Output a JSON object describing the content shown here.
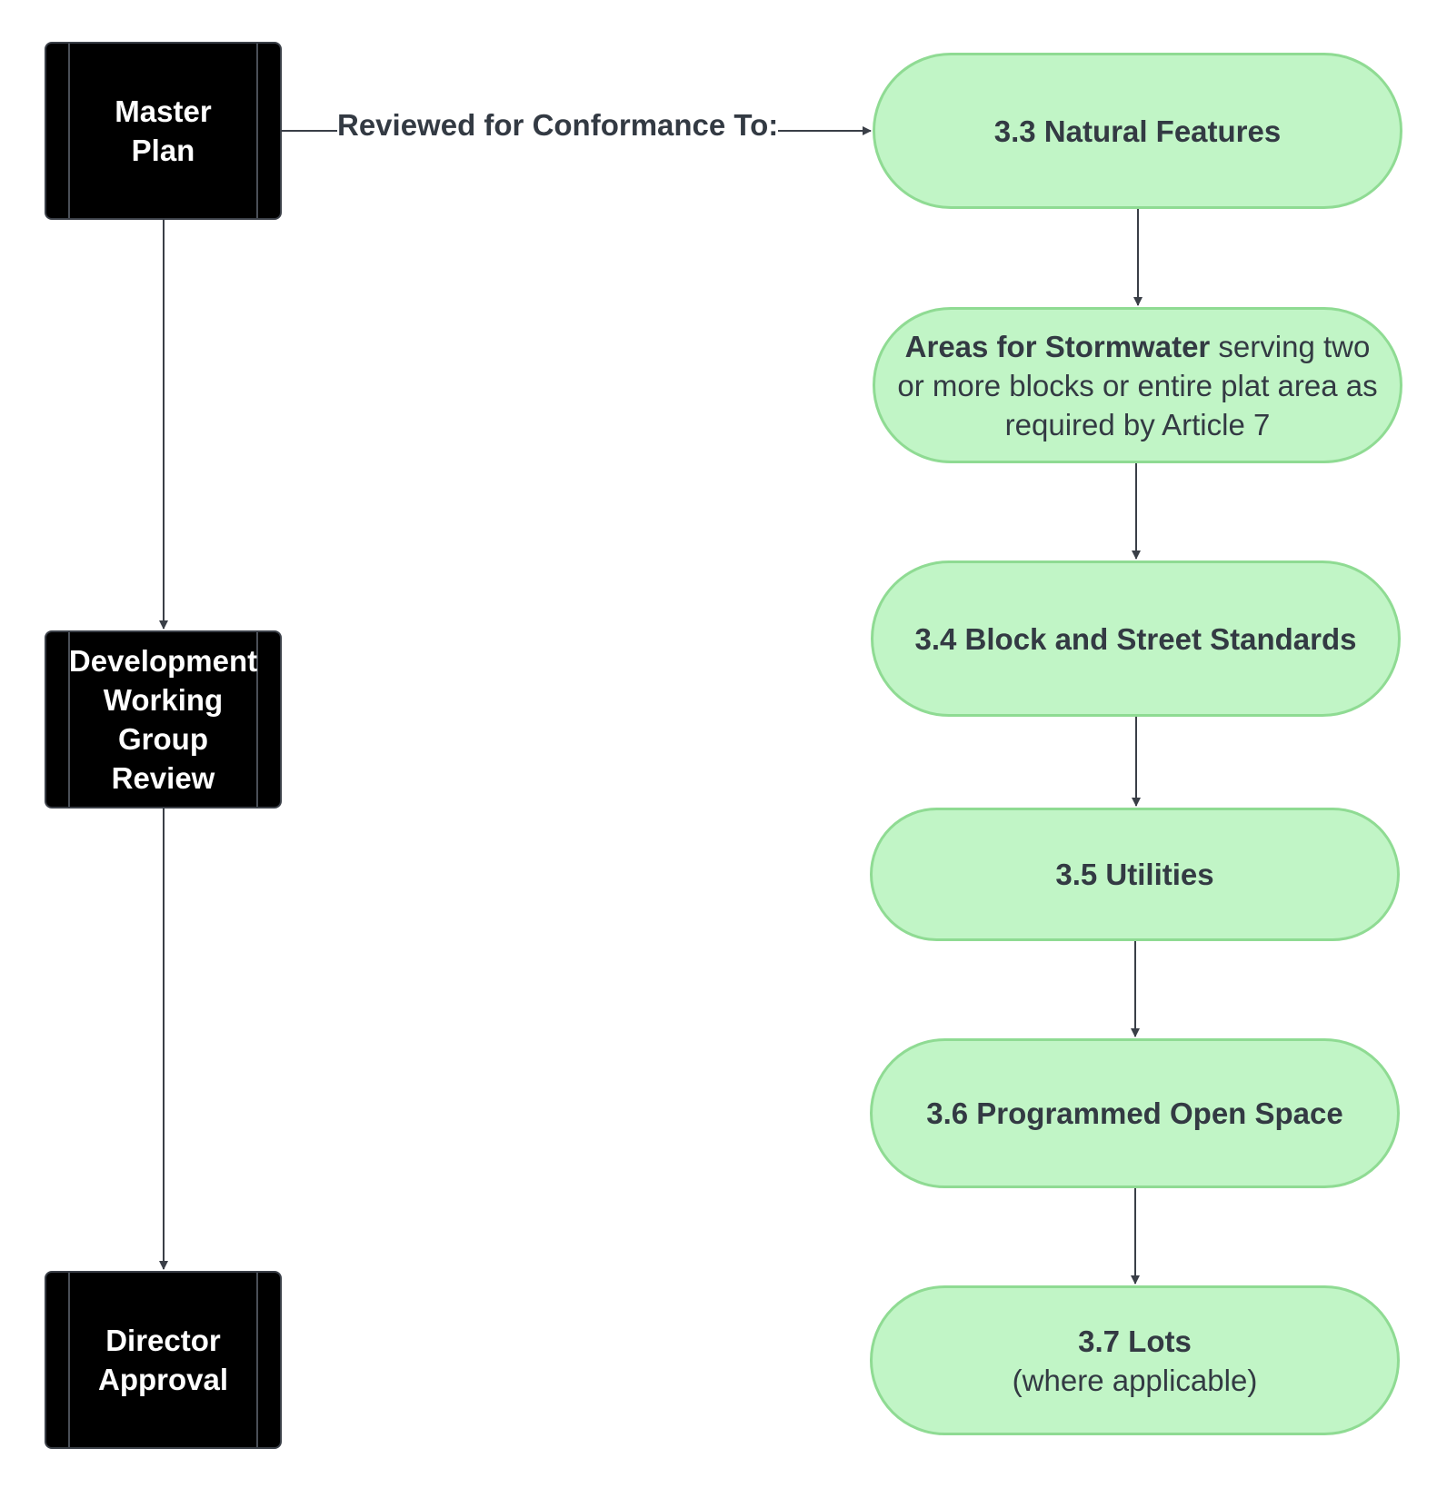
{
  "colors": {
    "process_fill": "#000000",
    "process_text": "#ffffff",
    "pill_fill": "#c1f5c6",
    "pill_border": "#8fdb93",
    "pill_text": "#333a43",
    "connector": "#3a3f47"
  },
  "process_steps": [
    {
      "label": "Master\nPlan"
    },
    {
      "label": "Development\nWorking\nGroup\nReview"
    },
    {
      "label": "Director\nApproval"
    }
  ],
  "connector_label": "Reviewed for Conformance To:",
  "review_items": [
    {
      "bold": "3.3 Natural Features"
    },
    {
      "bold": "Areas for Stormwater",
      "text": " serving two or more blocks or entire plat area as required by Article 7"
    },
    {
      "bold": "3.4 Block and Street Standards"
    },
    {
      "bold": "3.5 Utilities"
    },
    {
      "bold": "3.6 Programmed Open Space"
    },
    {
      "bold": "3.7 Lots",
      "text": "(where applicable)"
    }
  ]
}
